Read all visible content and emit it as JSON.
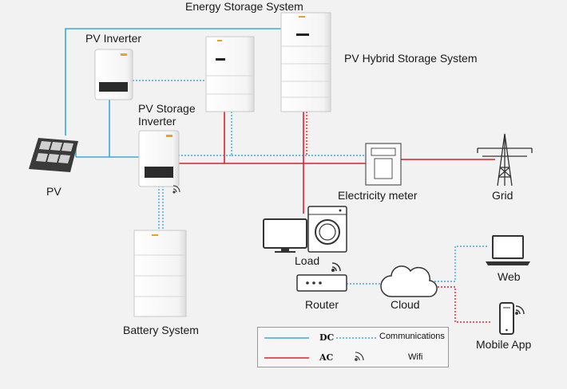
{
  "labels": {
    "energy_storage_system": "Energy Storage System",
    "pv_inverter": "PV Inverter",
    "pv_hybrid_storage_system": "PV Hybrid Storage System",
    "pv_storage_inverter_line1": "PV Storage",
    "pv_storage_inverter_line2": "Inverter",
    "pv": "PV",
    "electricity_meter": "Electricity meter",
    "grid": "Grid",
    "load": "Load",
    "router": "Router",
    "cloud": "Cloud",
    "web": "Web",
    "mobile_app": "Mobile App",
    "battery_system": "Battery System"
  },
  "legend": {
    "dc": "DC",
    "communications": "Communications",
    "ac": "AC",
    "wifi": "Wifi"
  },
  "colors": {
    "dc_line": "#3aaad6",
    "ac_line": "#e0202a",
    "comm_line": "#3aaad6",
    "device_body": "#ffffff",
    "device_border": "#c8c8c8"
  },
  "icons": [
    "solar-panel-icon",
    "inverter-icon",
    "battery-icon",
    "meter-icon",
    "pylon-icon",
    "monitor-icon",
    "washing-machine-icon",
    "router-icon",
    "cloud-icon",
    "laptop-icon",
    "phone-icon",
    "wifi-icon"
  ]
}
